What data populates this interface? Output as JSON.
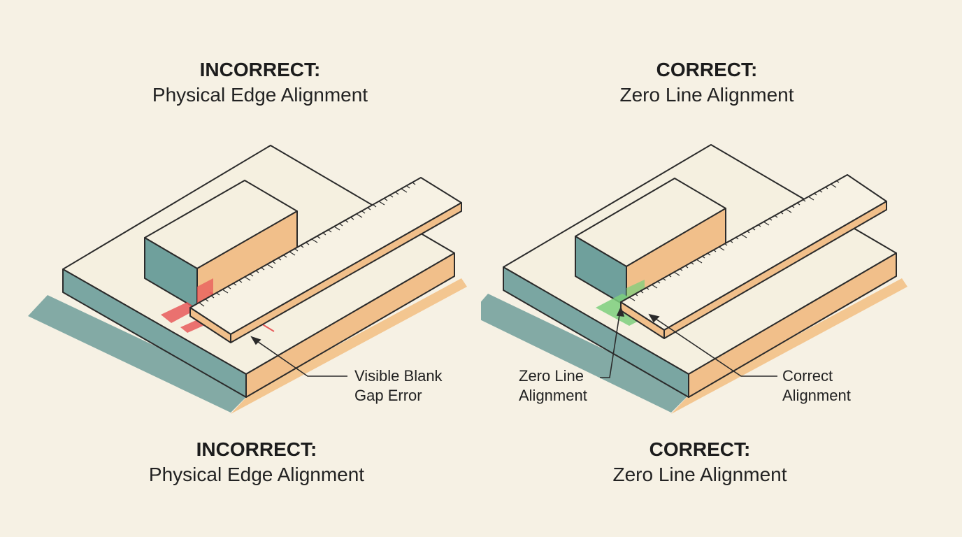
{
  "left_panel": {
    "top_heading": {
      "status": "INCORRECT:",
      "method": "Physical Edge Alignment"
    },
    "bottom_heading": {
      "status": "INCORRECT:",
      "method": "Physical Edge Alignment"
    },
    "callout": {
      "line1": "Visible Blank",
      "line2": "Gap Error"
    },
    "marker_color": "#e85a5a"
  },
  "right_panel": {
    "top_heading": {
      "status": "CORRECT:",
      "method": "Zero Line Alignment"
    },
    "bottom_heading": {
      "status": "CORRECT:",
      "method": "Zero Line Alignment"
    },
    "callout_left": {
      "line1": "Zero Line",
      "line2": "Alignment"
    },
    "callout_right": {
      "line1": "Correct",
      "line2": "Alignment"
    },
    "marker_color": "#7ccf7c"
  },
  "palette": {
    "background": "#f6f1e4",
    "surface_top": "#f5f0e0",
    "block_front": "#6fa09c",
    "block_side": "#f1bf8a",
    "shadow_teal": "#6f9e9a",
    "shadow_orange": "#f3c690",
    "outline": "#2b2b2b"
  },
  "icons": {
    "object": "rectangular-block-icon",
    "ruler": "ruler-icon",
    "pointer": "arrow-pointer-icon"
  }
}
